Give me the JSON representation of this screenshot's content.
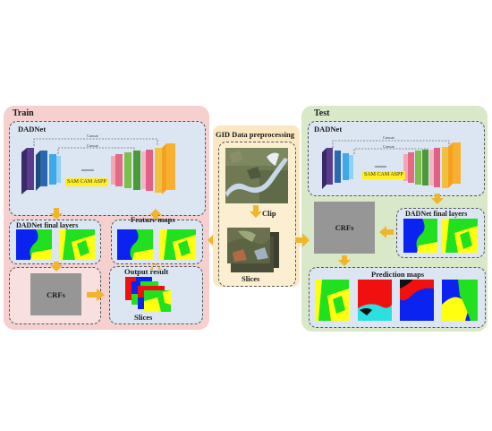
{
  "train": {
    "title": "Train",
    "dadnet_title": "DADNet",
    "concat_top": "Concat",
    "concat_inner": "Concat",
    "modules_label": "SAM CAM ASPP",
    "final_layers_label": "DADNet final layers",
    "feature_maps_label": "Feature maps",
    "crfs_label": "CRFs",
    "output_label": "Output result",
    "slices_label": "Slices"
  },
  "center": {
    "title": "GID Data preprocessing",
    "clip_label": "Clip",
    "slices_label": "Slices"
  },
  "test": {
    "title": "Test",
    "dadnet_title": "DADNet",
    "concat_top": "Concat",
    "concat_inner": "Concat",
    "modules_label": "SAM CAM ASPP",
    "crfs_label": "CRFs",
    "final_layers_label": "DADNet final layers",
    "prediction_label": "Prediction maps"
  },
  "colors": {
    "train_bg": "#f6cfcf",
    "center_bg": "#fbe8c2",
    "test_bg": "#d9e8c8",
    "dadnet_bg": "#dce6f2",
    "arrow": "#f0b52a",
    "crf_gray": "#969696",
    "map_blue": "#0b23f0",
    "map_green": "#20e020",
    "map_yellow": "#ffff10",
    "map_red": "#f01010",
    "map_cyan": "#2de0e0"
  }
}
